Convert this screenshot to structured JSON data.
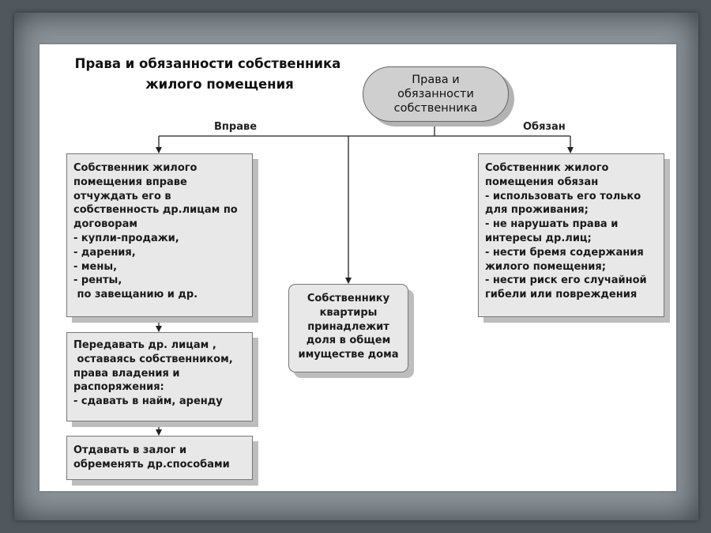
{
  "title": {
    "line1": "Права и обязанности собственника",
    "line2": "жилого помещения"
  },
  "root": {
    "lines": [
      "Права  и",
      "обязанности",
      "собственника"
    ]
  },
  "labels": {
    "left": "Вправе",
    "right": "Обязан"
  },
  "left_boxes": [
    {
      "lines": [
        "Собственник жилого",
        "помещения вправе",
        "отчуждать его в",
        "собственность др.лицам по",
        "договорам",
        "- купли-продажи,",
        "- дарения,",
        "- мены,",
        "- ренты,",
        " по завещанию и др."
      ]
    },
    {
      "lines": [
        "Передавать др. лицам ,",
        " оставаясь собственником,",
        "права владения и",
        "распоряжения:",
        "- сдавать в найм, аренду"
      ]
    },
    {
      "lines": [
        "Отдавать в залог  и",
        "обременять др.способами"
      ]
    }
  ],
  "middle_box": {
    "lines": [
      "Собственнику",
      "квартиры",
      "принадлежит",
      "доля в общем",
      "имуществе дома"
    ]
  },
  "right_box": {
    "lines": [
      "Собственник жилого",
      "помещения обязан",
      "- использовать его только",
      "для проживания;",
      "- не нарушать права и",
      "интересы др.лиц;",
      "- нести бремя содержания",
      "жилого помещения;",
      "- нести риск его случайной",
      "гибели или повреждения"
    ]
  },
  "colors": {
    "box_fill": "#e8e8e8",
    "oval_fill": "#cfcfcf",
    "frame": "#8b9499",
    "background": "#50585d"
  }
}
